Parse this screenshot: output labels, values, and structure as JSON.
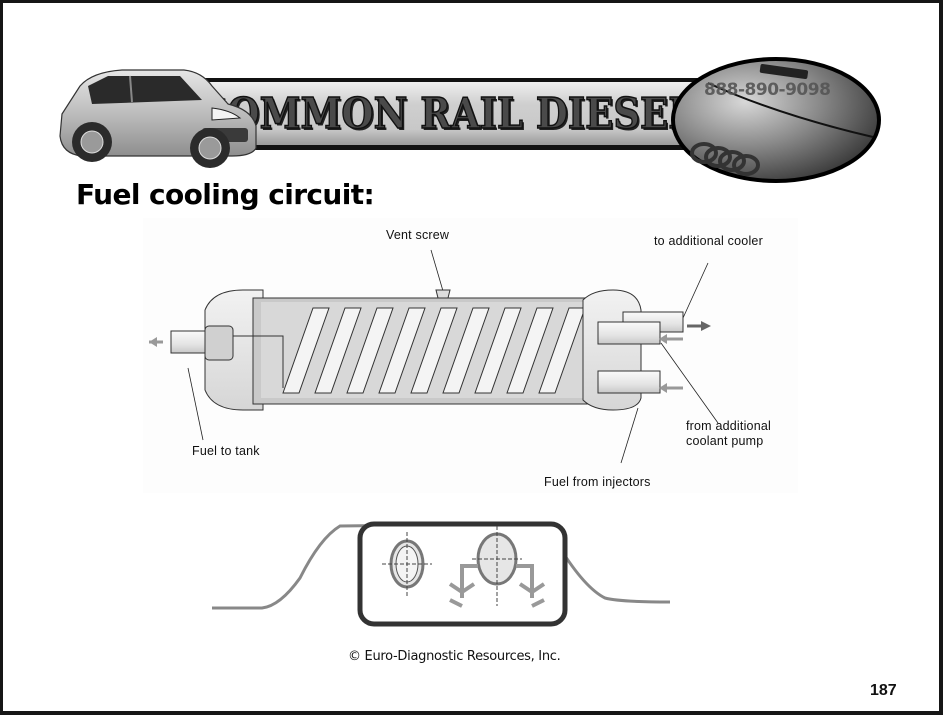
{
  "header": {
    "banner_title": "COMMON RAIL DIESEL",
    "phone": "888-890-9098",
    "car_image": "hatchback-car-photo",
    "emblem_image": "four-rings-logo-oval"
  },
  "slide": {
    "title": "Fuel cooling circuit:",
    "diagram": {
      "name": "fuel-cooler-heat-exchanger",
      "labels": {
        "vent_screw": "Vent screw",
        "to_cooler": "to additional cooler",
        "fuel_to_tank": "Fuel to tank",
        "from_pump_line1": "from additional",
        "from_pump_line2": "coolant pump",
        "fuel_from_injectors": "Fuel from injectors"
      }
    },
    "cross_section": "cooler-cross-section"
  },
  "footer": {
    "copyright": "© Euro-Diagnostic Resources, Inc.",
    "page_number": "187"
  }
}
